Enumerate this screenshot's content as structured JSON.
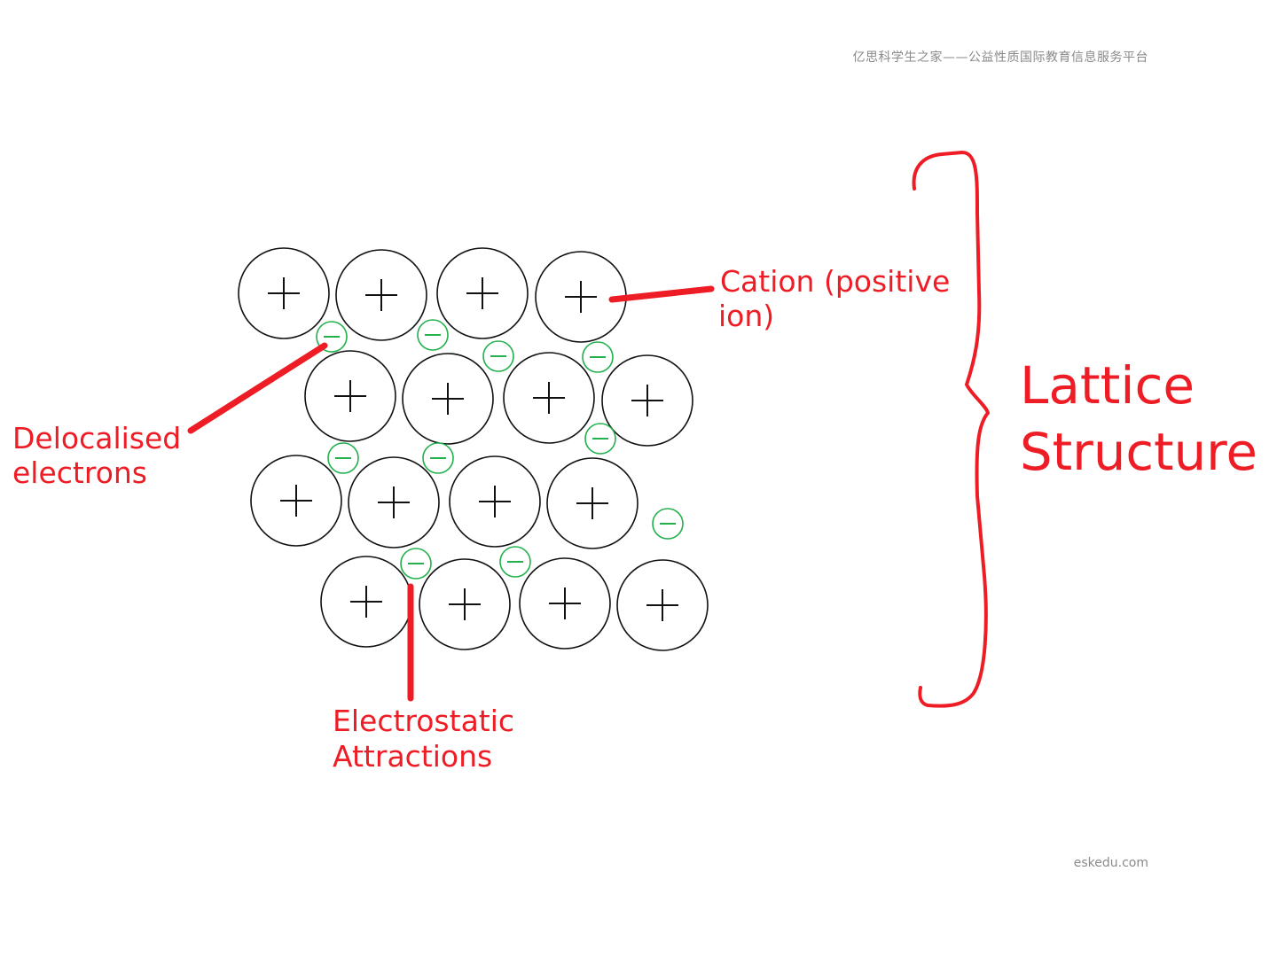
{
  "header": {
    "watermark": "亿思科学生之家——公益性质国际教育信息服务平台"
  },
  "footer": {
    "site": "eskedu.com"
  },
  "diagram": {
    "cation_symbol": "+",
    "electron_symbol": "−",
    "labels": {
      "cation_line1": "Cation (positive",
      "cation_line2": "ion)",
      "delocalised_line1": "Delocalised",
      "delocalised_line2": "electrons",
      "electrostatic_line1": "Electrostatic",
      "electrostatic_line2": "Attractions",
      "lattice_line1": "Lattice",
      "lattice_line2": "Structure"
    },
    "colors": {
      "label": "#ee1c24",
      "cation": "#111111",
      "electron": "#22b14c"
    }
  }
}
